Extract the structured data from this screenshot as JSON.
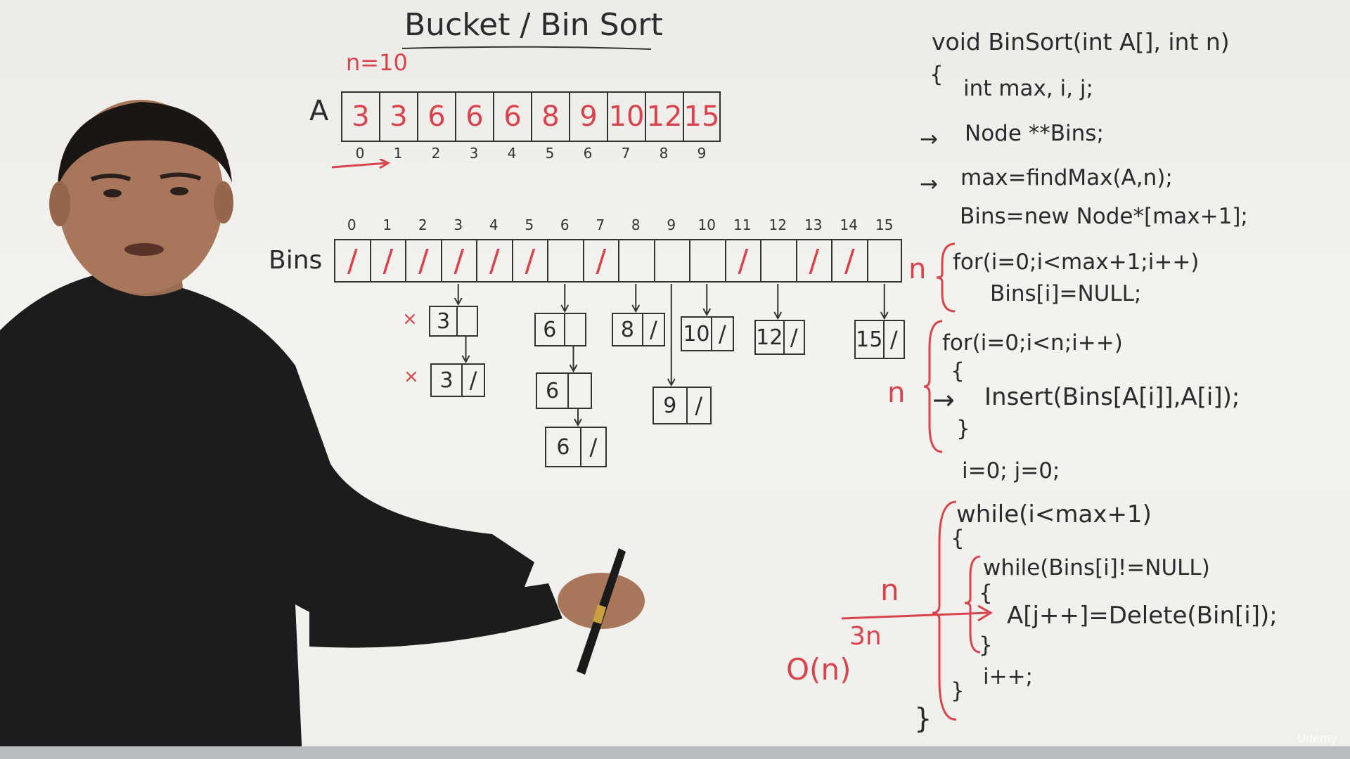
{
  "title": "Bucket / Bin Sort",
  "n_label": "n=10",
  "array": {
    "name": "A",
    "values": [
      "3",
      "3",
      "6",
      "6",
      "6",
      "8",
      "9",
      "10",
      "12",
      "15"
    ],
    "indices": [
      "0",
      "1",
      "2",
      "3",
      "4",
      "5",
      "6",
      "7",
      "8",
      "9"
    ]
  },
  "bins": {
    "name": "Bins",
    "indices": [
      "0",
      "1",
      "2",
      "3",
      "4",
      "5",
      "6",
      "7",
      "8",
      "9",
      "10",
      "11",
      "12",
      "13",
      "14",
      "15"
    ],
    "slashed": [
      true,
      true,
      true,
      true,
      true,
      true,
      false,
      true,
      false,
      false,
      false,
      true,
      false,
      true,
      true,
      false
    ],
    "side_label": "n"
  },
  "nodes": [
    {
      "val": "3",
      "ptr": "",
      "mark": "×"
    },
    {
      "val": "3",
      "ptr": "/",
      "mark": "×"
    },
    {
      "val": "6",
      "ptr": "",
      "mark": ""
    },
    {
      "val": "6",
      "ptr": "",
      "mark": ""
    },
    {
      "val": "6",
      "ptr": "/",
      "mark": ""
    },
    {
      "val": "8",
      "ptr": "/",
      "mark": ""
    },
    {
      "val": "9",
      "ptr": "/",
      "mark": ""
    },
    {
      "val": "10",
      "ptr": "/",
      "mark": ""
    },
    {
      "val": "12",
      "ptr": "/",
      "mark": ""
    },
    {
      "val": "15",
      "ptr": "/",
      "mark": ""
    }
  ],
  "code": {
    "signature": "void BinSort(int A[], int n)",
    "open_brace": "{",
    "decl": "int max, i, j;",
    "node_decl": "Node **Bins;",
    "find_max": "max=findMax(A,n);",
    "alloc": "Bins=new Node*[max+1];",
    "for1": "for(i=0;i<max+1;i++)",
    "for1_body": "Bins[i]=NULL;",
    "for2": "for(i=0;i<n;i++)",
    "for2_open": "{",
    "insert": "Insert(Bins[A[i]],A[i]);",
    "for2_close": "}",
    "init": "i=0; j=0;",
    "while1": "while(i<max+1)",
    "while1_open": "{",
    "while2": "while(Bins[i]!=NULL)",
    "while2_open": "{",
    "delete": "A[j++]=Delete(Bin[i]);",
    "while2_close": "}",
    "incr": "i++;",
    "while1_close": "}",
    "close_brace": "}"
  },
  "annotations": {
    "for1_n": "n",
    "for2_n": "n",
    "while_n": "n",
    "three_n": "3n",
    "complexity": "O(n)"
  },
  "watermark": "Udemy",
  "colors": {
    "marker_red": "#d9434c",
    "marker_black": "#2b2b2e",
    "board": "#f0efeb"
  }
}
